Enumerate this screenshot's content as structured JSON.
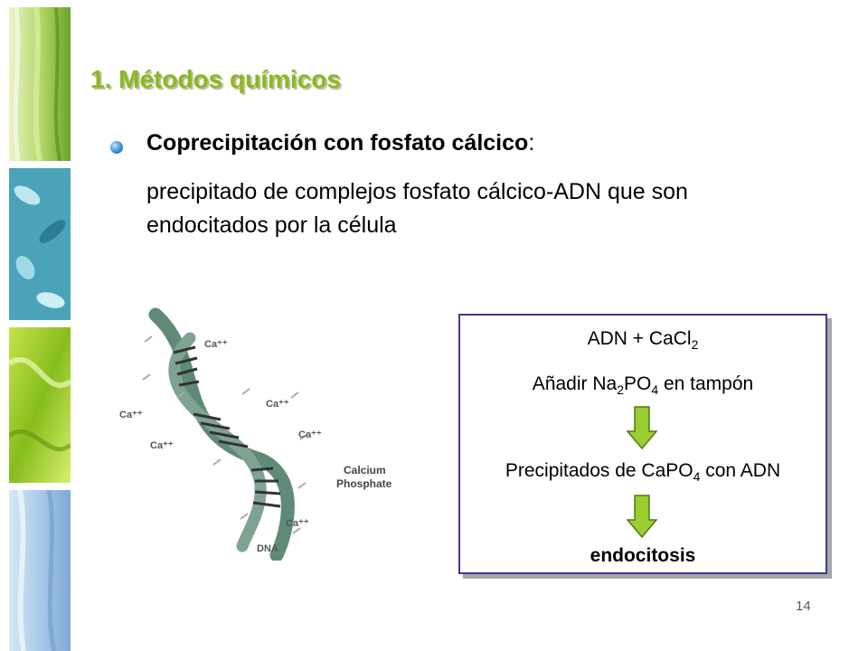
{
  "section_title": "1. Métodos químicos",
  "bullet": {
    "heading_bold": "Coprecipitación con fosfato cálcico",
    "heading_suffix": ":",
    "description": "precipitado de complejos fosfato cálcico-ADN que son endocitados por la célula"
  },
  "figure": {
    "ion_label": "Ca⁺⁺",
    "dna_label": "DNA",
    "phosphate_label_line1": "Calcium",
    "phosphate_label_line2": "Phosphate"
  },
  "protocol": {
    "step1_main": "ADN + CaCl",
    "step1_sub": "2",
    "step2_pre": "Añadir Na",
    "step2_sub1": "2",
    "step2_mid": "PO",
    "step2_sub2": "4",
    "step2_post": " en tampón",
    "step3_pre": "Precipitados de CaPO",
    "step3_sub": "4",
    "step3_post": " con ADN",
    "step4": "endocitosis"
  },
  "page_number": "14",
  "colors": {
    "title_green": "#8cb81e",
    "arrow_green": "#9acd32",
    "panel_border": "#3a3a9a",
    "helix": "#5f8a78"
  }
}
